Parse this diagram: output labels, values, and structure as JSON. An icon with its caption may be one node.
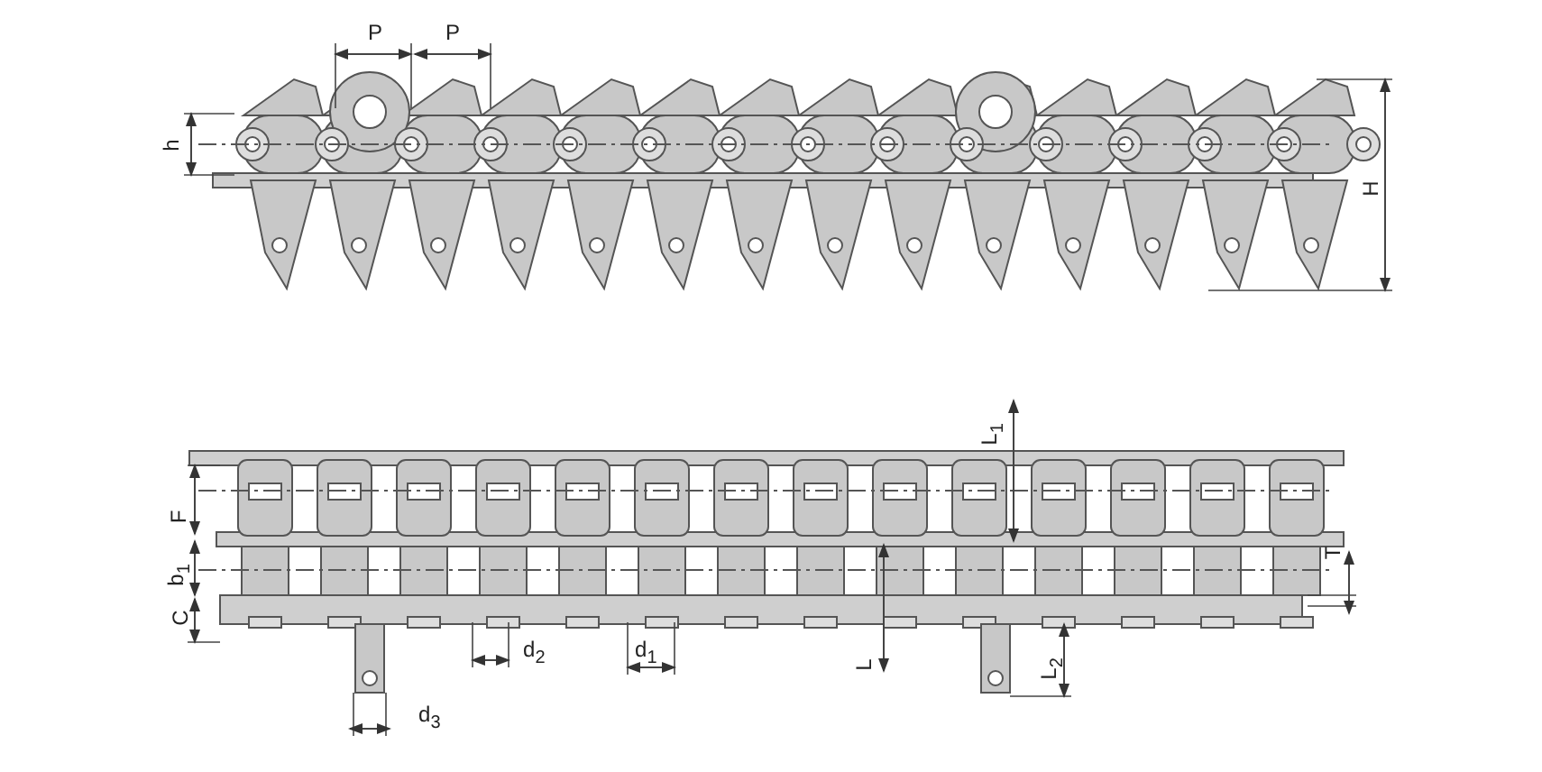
{
  "diagram": {
    "labels": [
      "P",
      "P",
      "h",
      "H",
      "L$_{1}$",
      "F",
      "b$_{1}$",
      "T",
      "C",
      "d$_{2}$",
      "d$_{1}$",
      "L",
      "L$_{2}$",
      "d$_{3}$"
    ]
  }
}
